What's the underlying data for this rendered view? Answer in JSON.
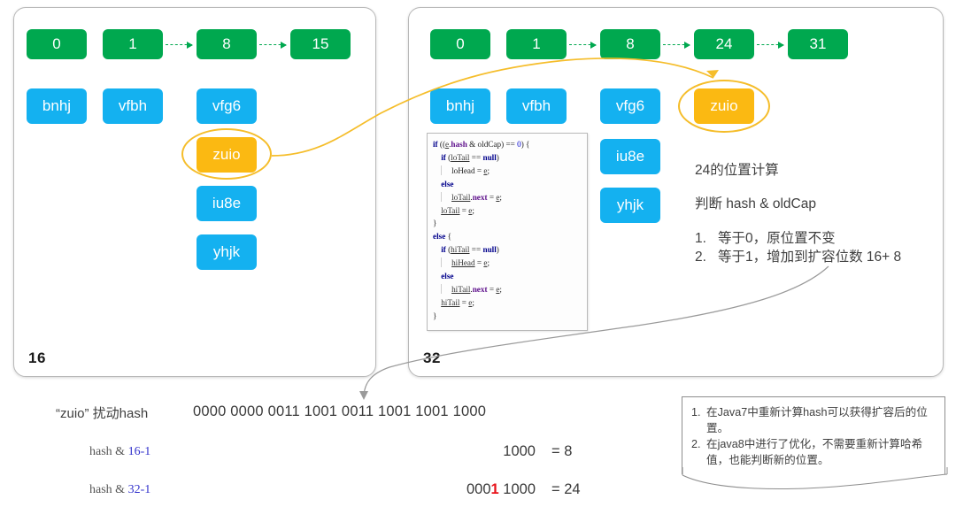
{
  "colors": {
    "green": "#00a84f",
    "blue": "#14b1f0",
    "orange": "#fbb912",
    "ellipse": "#f5bd2a",
    "red": "#e8131a",
    "blue_text": "#3333cc",
    "panel_border": "#b8b8b8"
  },
  "left_panel": {
    "capacity_label": "16",
    "buckets": [
      "0",
      "1",
      "8",
      "15"
    ],
    "entries_col0": [
      "bnhj"
    ],
    "entries_col1": [
      "vfbh"
    ],
    "entries_col2": [
      "vfg6",
      "zuio",
      "iu8e",
      "yhjk"
    ],
    "highlighted_entry": "zuio"
  },
  "right_panel": {
    "capacity_label": "32",
    "buckets": [
      "0",
      "1",
      "8",
      "24",
      "31"
    ],
    "entries_col0": [
      "bnhj"
    ],
    "entries_col1": [
      "vfbh"
    ],
    "entries_col2": [
      "vfg6",
      "iu8e",
      "yhjk"
    ],
    "entries_col3": [
      "zuio"
    ],
    "highlighted_entry": "zuio",
    "code": {
      "lines": [
        "if ((e.hash & oldCap) == 0) {",
        "    if (loTail == null)",
        "        loHead = e;",
        "    else",
        "        loTail.next = e;",
        "    loTail = e;",
        "}",
        "else {",
        "    if (hiTail == null)",
        "        hiHead = e;",
        "    else",
        "        hiTail.next = e;",
        "    hiTail = e;",
        "}"
      ]
    },
    "notes": {
      "title": "24的位置计算",
      "subtitle": "判断 hash & oldCap",
      "item1_index": "1.",
      "item1": "等于0，原位置不变",
      "item2_index": "2.",
      "item2": "等于1，增加到扩容位数 16+ 8"
    }
  },
  "hash_section": {
    "row0_label": "“zuio” 扰动hash",
    "row0_bits": "0000 0000 0011 1001 0011 1001 1001 1000",
    "row1_label_prefix": "hash &",
    "row1_label_mask": "16-1",
    "row1_value_pre": "",
    "row1_value_red": "",
    "row1_value_post": "1000",
    "row1_result": "= 8",
    "row2_label_prefix": "hash &",
    "row2_label_mask": "32-1",
    "row2_value_pre": "000",
    "row2_value_red": "1",
    "row2_value_post": " 1000",
    "row2_result": "= 24"
  },
  "callout": {
    "item1_index": "1.",
    "item1": "在Java7中重新计算hash可以获得扩容后的位置。",
    "item2_index": "2.",
    "item2": "在java8中进行了优化，不需要重新计算哈希值，也能判断新的位置。"
  }
}
